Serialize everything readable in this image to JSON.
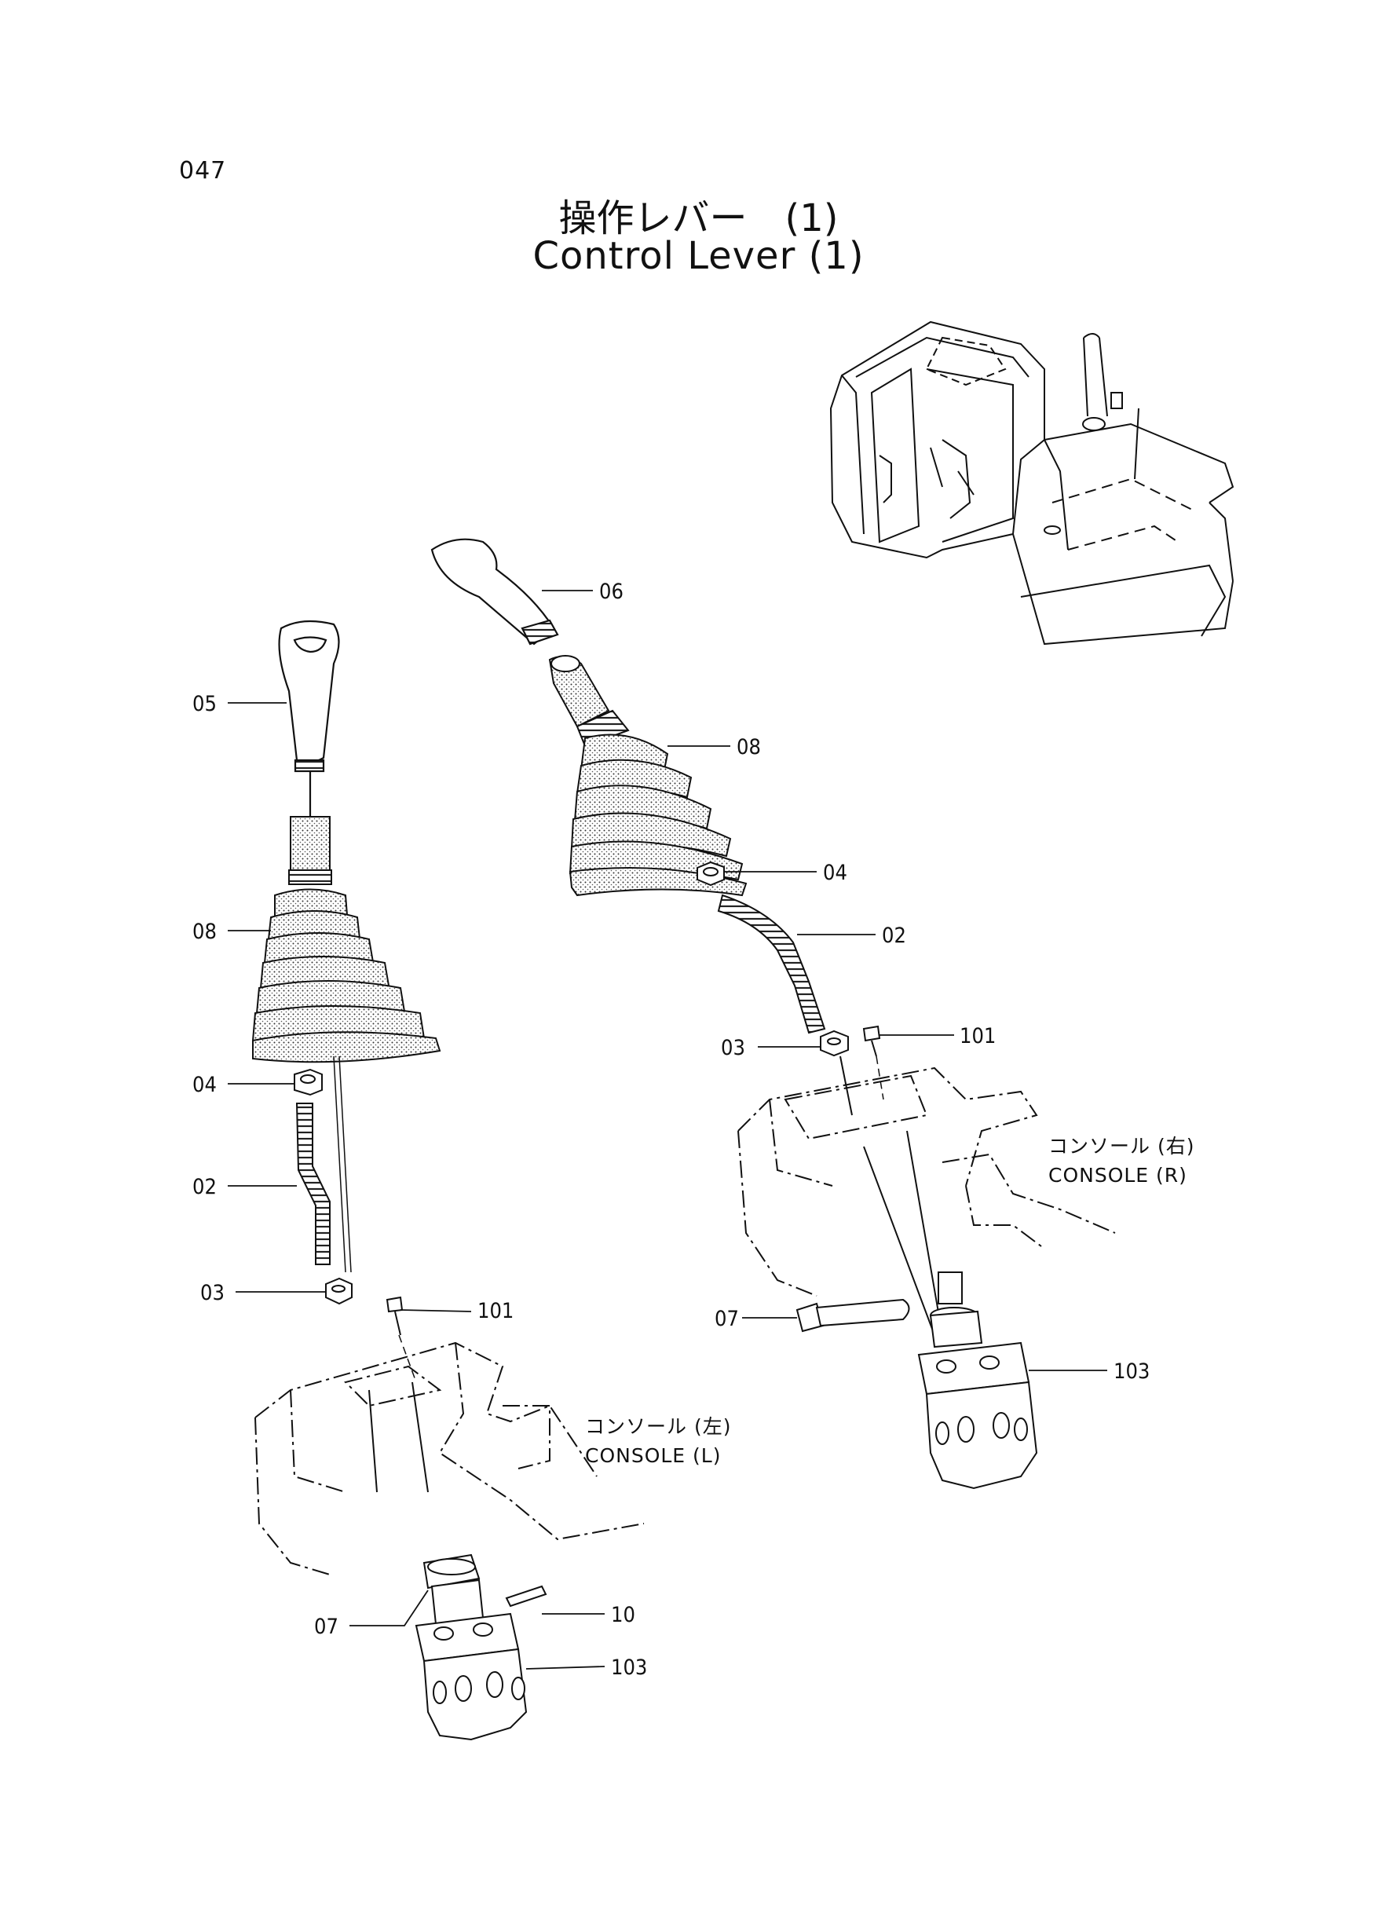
{
  "page_number": "047",
  "title_jp": "操作レバー　(1)",
  "title_en": "Control Lever (1)",
  "callouts": {
    "l05": "05",
    "l08": "08",
    "l04": "04",
    "l02": "02",
    "l03": "03",
    "l101": "101",
    "l07": "07",
    "l10": "10",
    "l103": "103",
    "r06": "06",
    "r08": "08",
    "r04": "04",
    "r02": "02",
    "r03": "03",
    "r101": "101",
    "r07": "07",
    "r103": "103"
  },
  "console_left": {
    "jp": "コンソール (左)",
    "en": "CONSOLE (L)"
  },
  "console_right": {
    "jp": "コンソール (右)",
    "en": "CONSOLE (R)"
  }
}
